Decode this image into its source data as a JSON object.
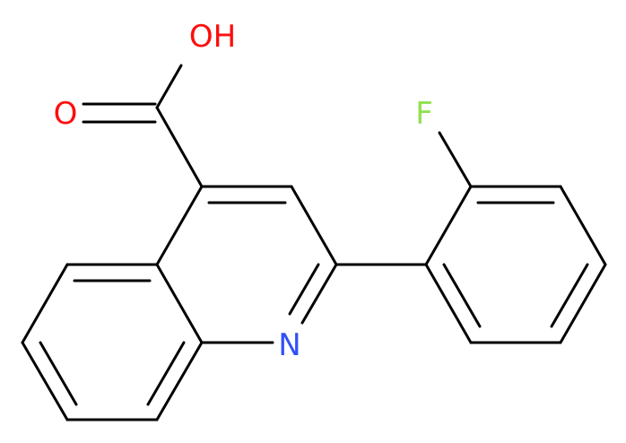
{
  "molecule": {
    "atoms": {
      "oh": {
        "label": "OH",
        "color": "#ff0d0d"
      },
      "o": {
        "label": "O",
        "color": "#ff0d0d"
      },
      "f": {
        "label": "F",
        "color": "#90e050"
      },
      "n": {
        "label": "N",
        "color": "#3050f8"
      }
    },
    "bond_color": "#000000",
    "background": "#ffffff"
  }
}
